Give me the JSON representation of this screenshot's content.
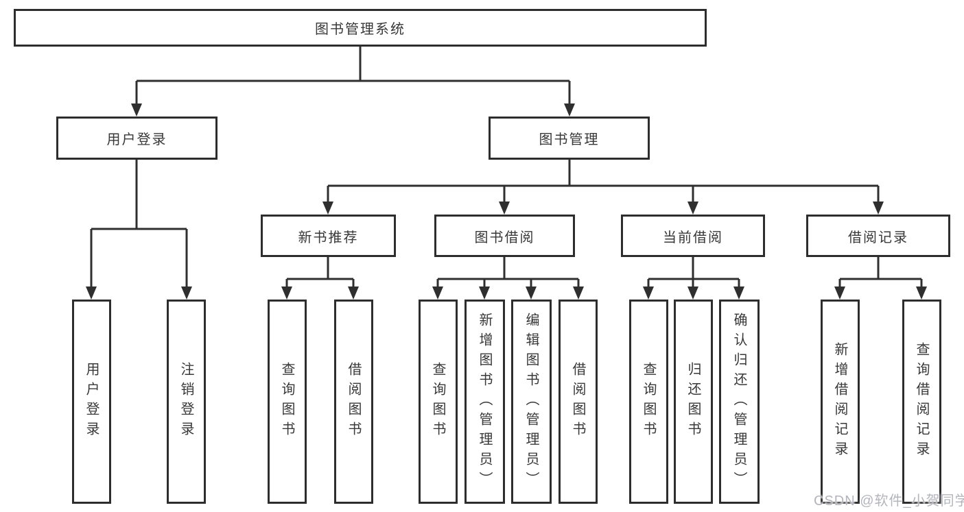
{
  "watermark": "CSDN @软件_小贺同学",
  "colors": {
    "line": "#2f2f2f",
    "border": "#2d2d2d",
    "text": "#383838",
    "watermark_text": "#b2b6bc"
  },
  "tree": {
    "root": "图书管理系统",
    "branches": [
      {
        "label": "用户登录",
        "children": [
          {
            "label": "用户登录"
          },
          {
            "label": "注销登录"
          }
        ]
      },
      {
        "label": "图书管理",
        "groups": [
          {
            "label": "新书推荐",
            "children": [
              {
                "label": "查询图书"
              },
              {
                "label": "借阅图书"
              }
            ]
          },
          {
            "label": "图书借阅",
            "children": [
              {
                "label": "查询图书"
              },
              {
                "label": "新增图书（管理员）"
              },
              {
                "label": "编辑图书（管理员）"
              },
              {
                "label": "借阅图书"
              }
            ]
          },
          {
            "label": "当前借阅",
            "children": [
              {
                "label": "查询图书"
              },
              {
                "label": "归还图书"
              },
              {
                "label": "确认归还（管理员）"
              }
            ]
          },
          {
            "label": "借阅记录",
            "children": [
              {
                "label": "新增借阅记录"
              },
              {
                "label": "查询借阅记录"
              }
            ]
          }
        ]
      }
    ]
  }
}
